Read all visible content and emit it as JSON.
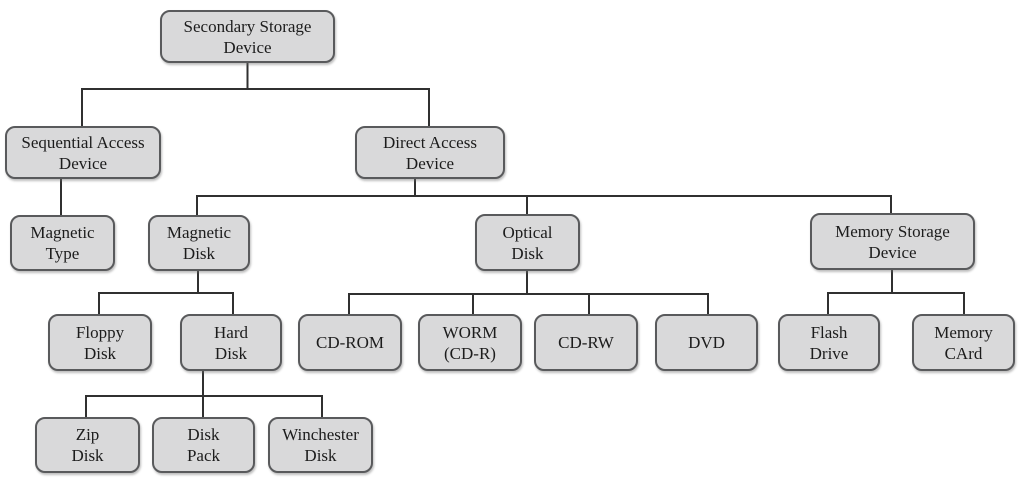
{
  "diagram": {
    "type": "tree",
    "root": "secondary_storage_device"
  },
  "colors": {
    "background": "#ffffff",
    "node_fill": "#d9d9da",
    "node_border": "#595a5c",
    "connector": "#303030",
    "text": "#1c1c1c"
  },
  "nodes": {
    "secondary_storage_device": {
      "label": "Secondary Storage\nDevice",
      "children": [
        "sequential_access_device",
        "direct_access_device"
      ]
    },
    "sequential_access_device": {
      "label": "Sequential Access\nDevice",
      "children": [
        "magnetic_type"
      ]
    },
    "direct_access_device": {
      "label": "Direct Access\nDevice",
      "children": [
        "magnetic_disk",
        "optical_disk",
        "memory_storage_device"
      ]
    },
    "magnetic_type": {
      "label": "Magnetic\nType",
      "children": []
    },
    "magnetic_disk": {
      "label": "Magnetic\nDisk",
      "children": [
        "floppy_disk",
        "hard_disk"
      ]
    },
    "optical_disk": {
      "label": "Optical\nDisk",
      "children": [
        "cd_rom",
        "worm_cd_r",
        "cd_rw",
        "dvd"
      ]
    },
    "memory_storage_device": {
      "label": "Memory Storage\nDevice",
      "children": [
        "flash_drive",
        "memory_card"
      ]
    },
    "floppy_disk": {
      "label": "Floppy\nDisk",
      "children": []
    },
    "hard_disk": {
      "label": "Hard\nDisk",
      "children": [
        "zip_disk",
        "disk_pack",
        "winchester_disk"
      ]
    },
    "cd_rom": {
      "label": "CD-ROM",
      "children": []
    },
    "worm_cd_r": {
      "label": "WORM\n(CD-R)",
      "children": []
    },
    "cd_rw": {
      "label": "CD-RW",
      "children": []
    },
    "dvd": {
      "label": "DVD",
      "children": []
    },
    "flash_drive": {
      "label": "Flash\nDrive",
      "children": []
    },
    "memory_card": {
      "label": "Memory\nCArd",
      "children": []
    },
    "zip_disk": {
      "label": "Zip\nDisk",
      "children": []
    },
    "disk_pack": {
      "label": "Disk\nPack",
      "children": []
    },
    "winchester_disk": {
      "label": "Winchester\nDisk",
      "children": []
    }
  }
}
